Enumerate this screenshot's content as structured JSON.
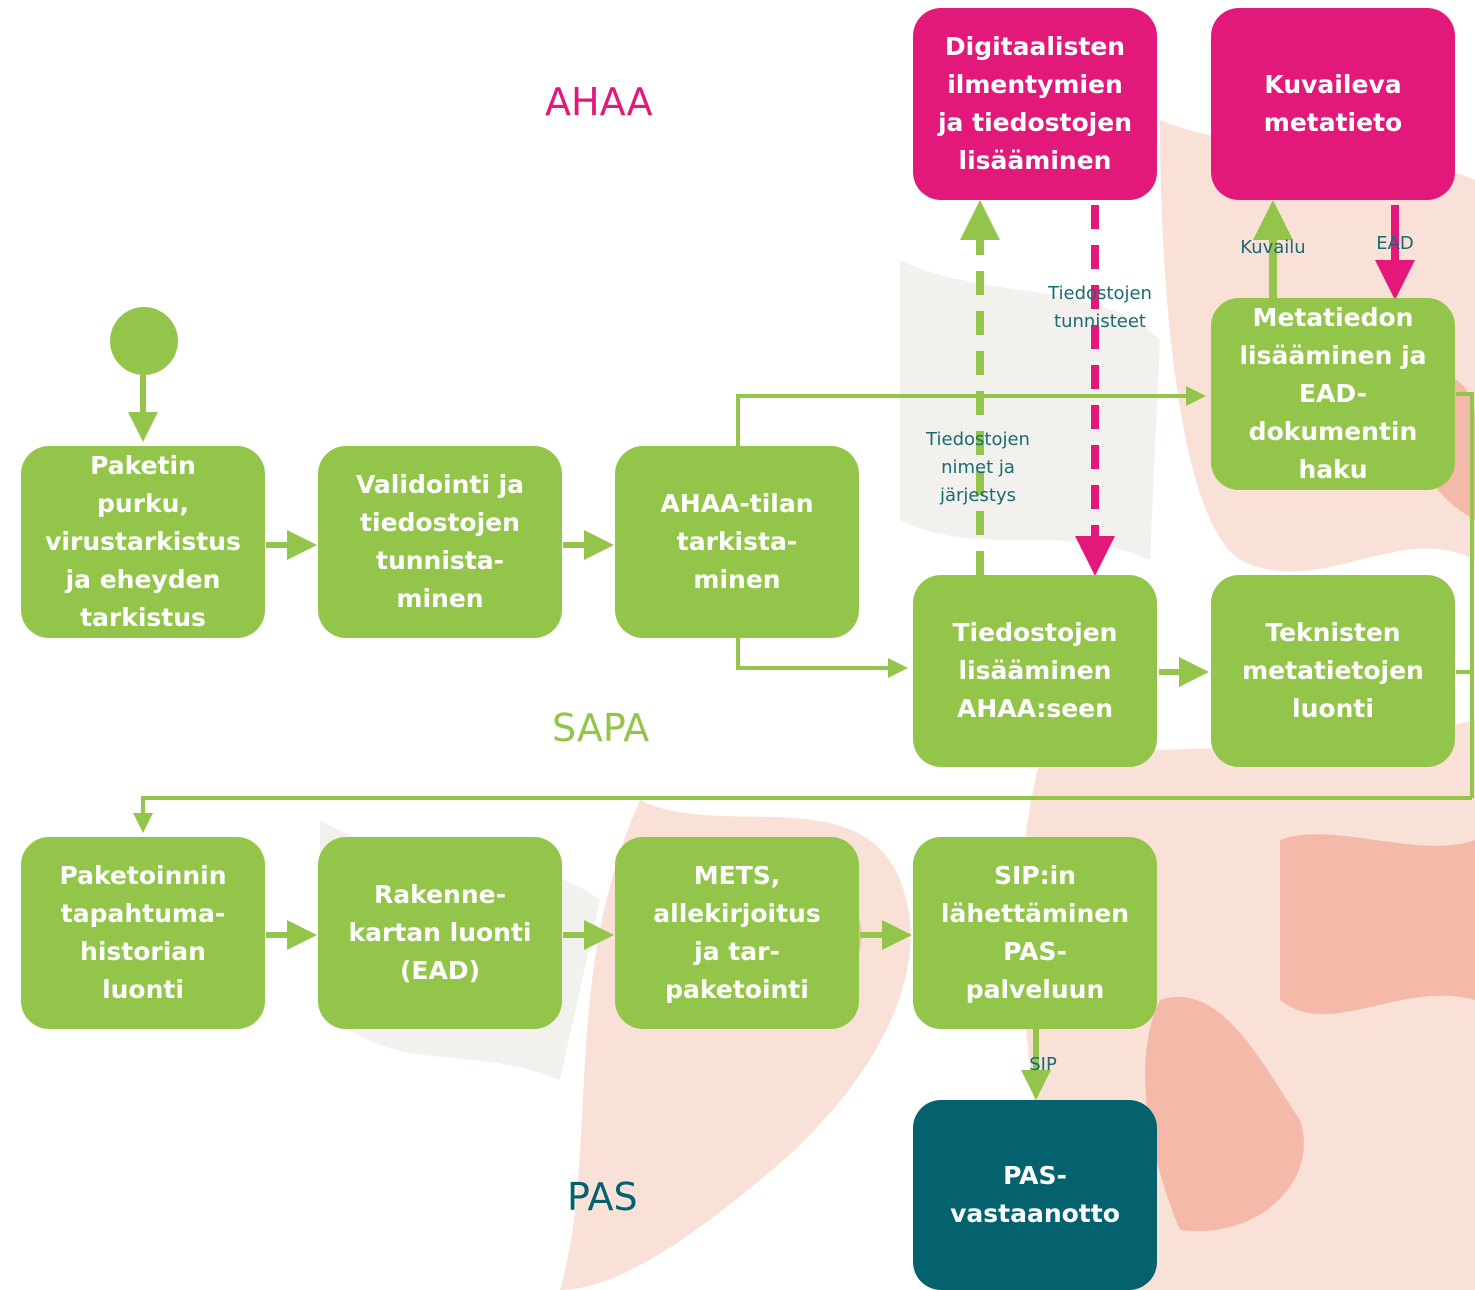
{
  "colors": {
    "process": "#92c54a",
    "ahaa": "#e2197a",
    "pas": "#03626e",
    "label": "#1a6a74"
  },
  "zones": {
    "ahaa": "AHAA",
    "sapa": "SAPA",
    "pas": "PAS"
  },
  "nodes": {
    "paketin_purku": "Paketin\npurku,\nvirustarkistus\nja eheyden\ntarkistus",
    "validointi": "Validointi ja\ntiedostojen\ntunnista-\nminen",
    "ahaa_tilan": "AHAA-tilan\ntarkista-\nminen",
    "tiedostojen_lisaaminen": "Tiedostojen\nlisääminen\nAHAA:seen",
    "teknisten": "Teknisten\nmetatietojen\nluonti",
    "metatiedon": "Metatiedon\nlisääminen ja\nEAD-\ndokumentin\nhaku",
    "digitaalisten": "Digitaalisten\nilmentymien\nja tiedostojen\nlisääminen",
    "kuvaileva": "Kuvaileva\nmetatieto",
    "paketoinnin": "Paketoinnin\ntapahtuma-\nhistorian\nluonti",
    "rakenne": "Rakenne-\nkartan luonti\n(EAD)",
    "mets": "METS,\nallekirjoitus\nja tar-\npaketointi",
    "sip_lahettaminen": "SIP:in\nlähettäminen\nPAS-\npalveluun",
    "pas_vastaanotto": "PAS-\nvastaanotto"
  },
  "edge_labels": {
    "tiedostojen_tunnisteet": "Tiedostojen\ntunnisteet",
    "tiedostojen_nimet": "Tiedostojen\nnimet ja\njärjestys",
    "kuvailu": "Kuvailu",
    "ead": "EAD",
    "sip": "SIP"
  }
}
